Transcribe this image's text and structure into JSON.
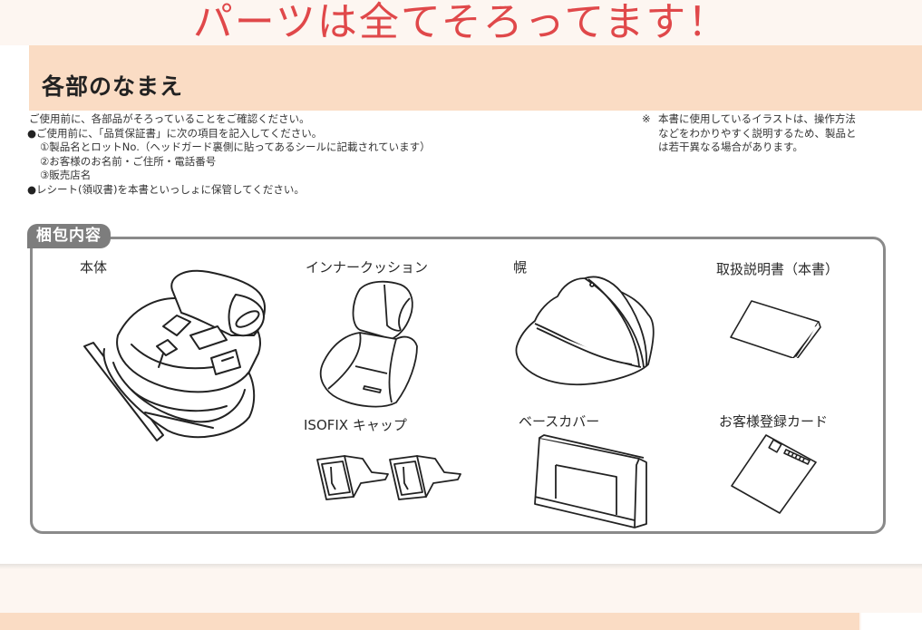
{
  "banner": {
    "title": "パーツは全てそろってます！",
    "title_color": "#e0484a",
    "background": "#fdf6f1"
  },
  "section": {
    "title": "各部のなまえ",
    "bar_color": "#fadcc4"
  },
  "intro": {
    "line1": "ご使用前に、各部品がそろっていることをご確認ください。",
    "bullet1": "ご使用前に、「品質保証書」に次の項目を記入してください。",
    "sub1": "①製品名とロットNo.（ヘッドガード裏側に貼ってあるシールに記載されています）",
    "sub2": "②お客様のお名前・ご住所・電話番号",
    "sub3": "③販売店名",
    "bullet2": "レシート(領収書)を本書といっしょに保管してください。"
  },
  "note": {
    "mark": "※",
    "text": "本書に使用しているイラストは、操作方法などをわかりやすく説明するため、製品とは若干異なる場合があります。",
    "line1": "本書に使用しているイラストは、操作方法",
    "line2": "などをわかりやすく説明するため、製品と",
    "line3": "は若干異なる場合があります。"
  },
  "package": {
    "label": "梱包内容",
    "border_color": "#8a8a8a",
    "label_bg": "#7d7d7d",
    "items": [
      {
        "label": "本体",
        "icon": "car-seat-illustration"
      },
      {
        "label": "インナークッション",
        "icon": "inner-cushion-illustration"
      },
      {
        "label": "幌",
        "icon": "canopy-illustration"
      },
      {
        "label": "取扱説明書（本書）",
        "icon": "manual-illustration"
      },
      {
        "label": "ISOFIX キャップ",
        "icon": "isofix-cap-illustration"
      },
      {
        "label": "ベースカバー",
        "icon": "base-cover-illustration"
      },
      {
        "label": "お客様登録カード",
        "icon": "registration-card-illustration"
      }
    ]
  }
}
